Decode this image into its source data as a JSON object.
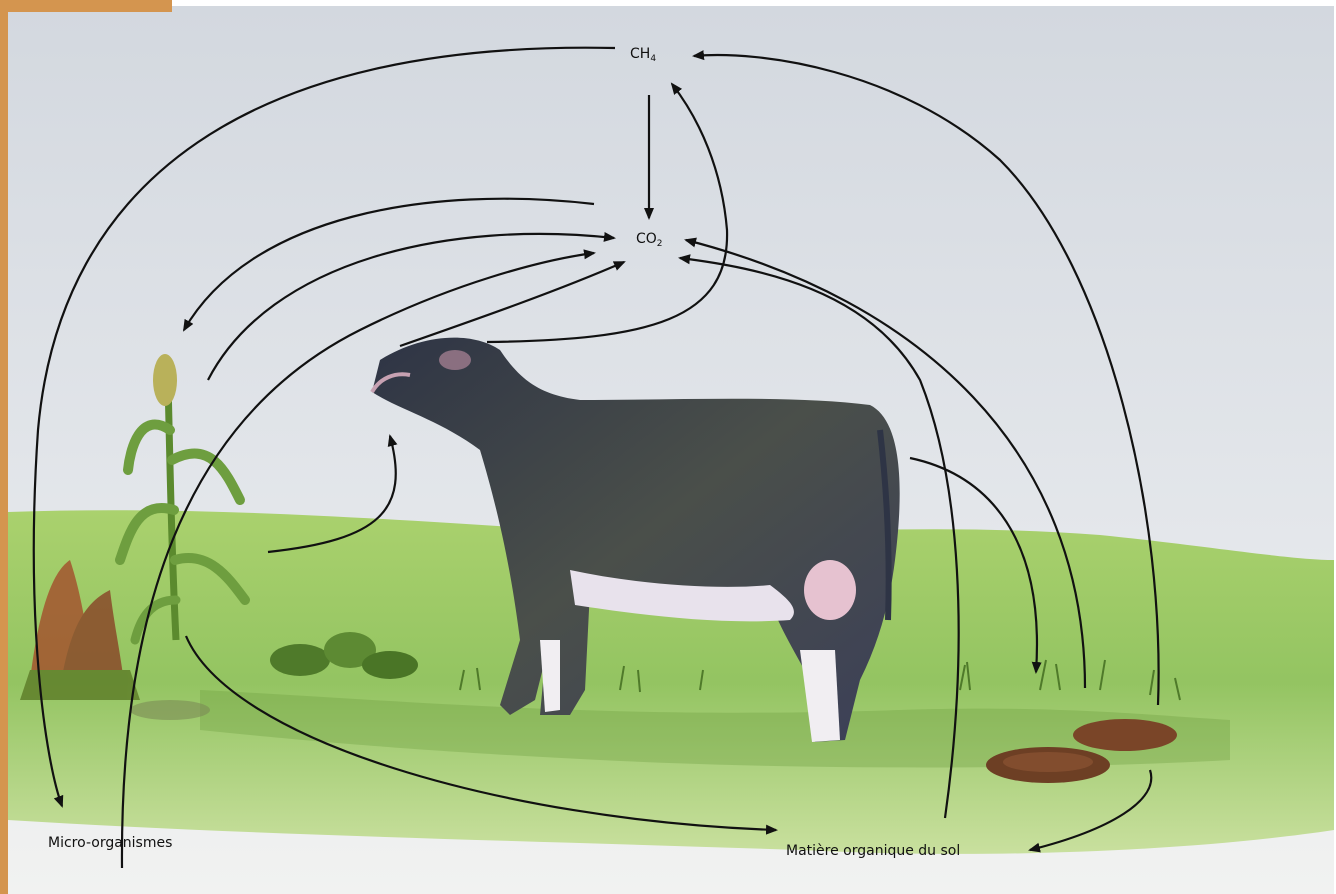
{
  "labels": {
    "ch4": {
      "base": "CH",
      "sub": "4"
    },
    "co2": {
      "base": "CO",
      "sub": "2"
    },
    "micro_organisms": "Micro-organismes",
    "soil_organic_matter": "Matière organique du sol"
  },
  "colors": {
    "frame_accent": "#d4954f",
    "sky": "#dfe3e8",
    "grass": "#8fc25a",
    "arrow": "#111111"
  },
  "illustration": {
    "subjects": [
      "cow",
      "corn-plant",
      "weeds",
      "manure-patch"
    ],
    "style": "watercolor"
  }
}
